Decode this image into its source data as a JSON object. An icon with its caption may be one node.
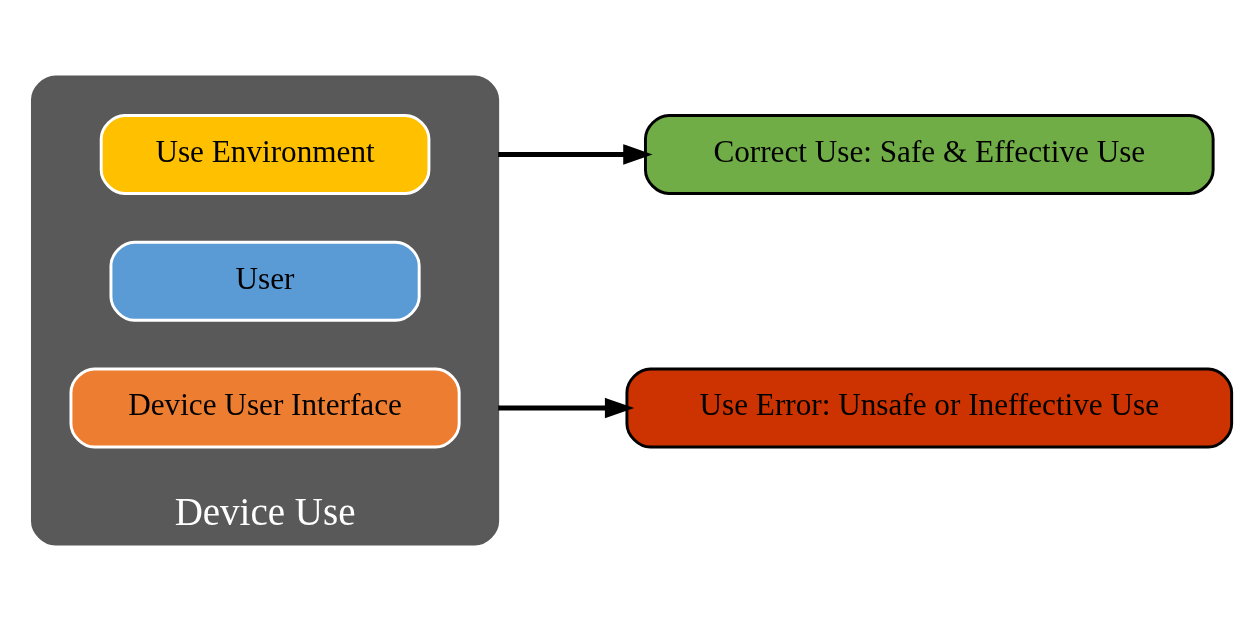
{
  "diagram": {
    "nodes": [
      {
        "text": [
          "Device Use"
        ]
      },
      {
        "text": [
          "Use Environment"
        ],
        "in": 0
      },
      {
        "text": [
          "User"
        ],
        "in": 0
      },
      {
        "text": [
          "Device User Interface"
        ],
        "in": 0
      },
      {
        "text": [
          "Correct Use: Safe & Effective Use"
        ]
      },
      {
        "text": [
          "Use Error: Unsafe or Ineffective Use"
        ]
      }
    ],
    "edges": [
      {
        "from": 0,
        "to": 4,
        "arrow": "to"
      },
      {
        "from": 0,
        "to": 5,
        "arrow": "to"
      }
    ]
  }
}
